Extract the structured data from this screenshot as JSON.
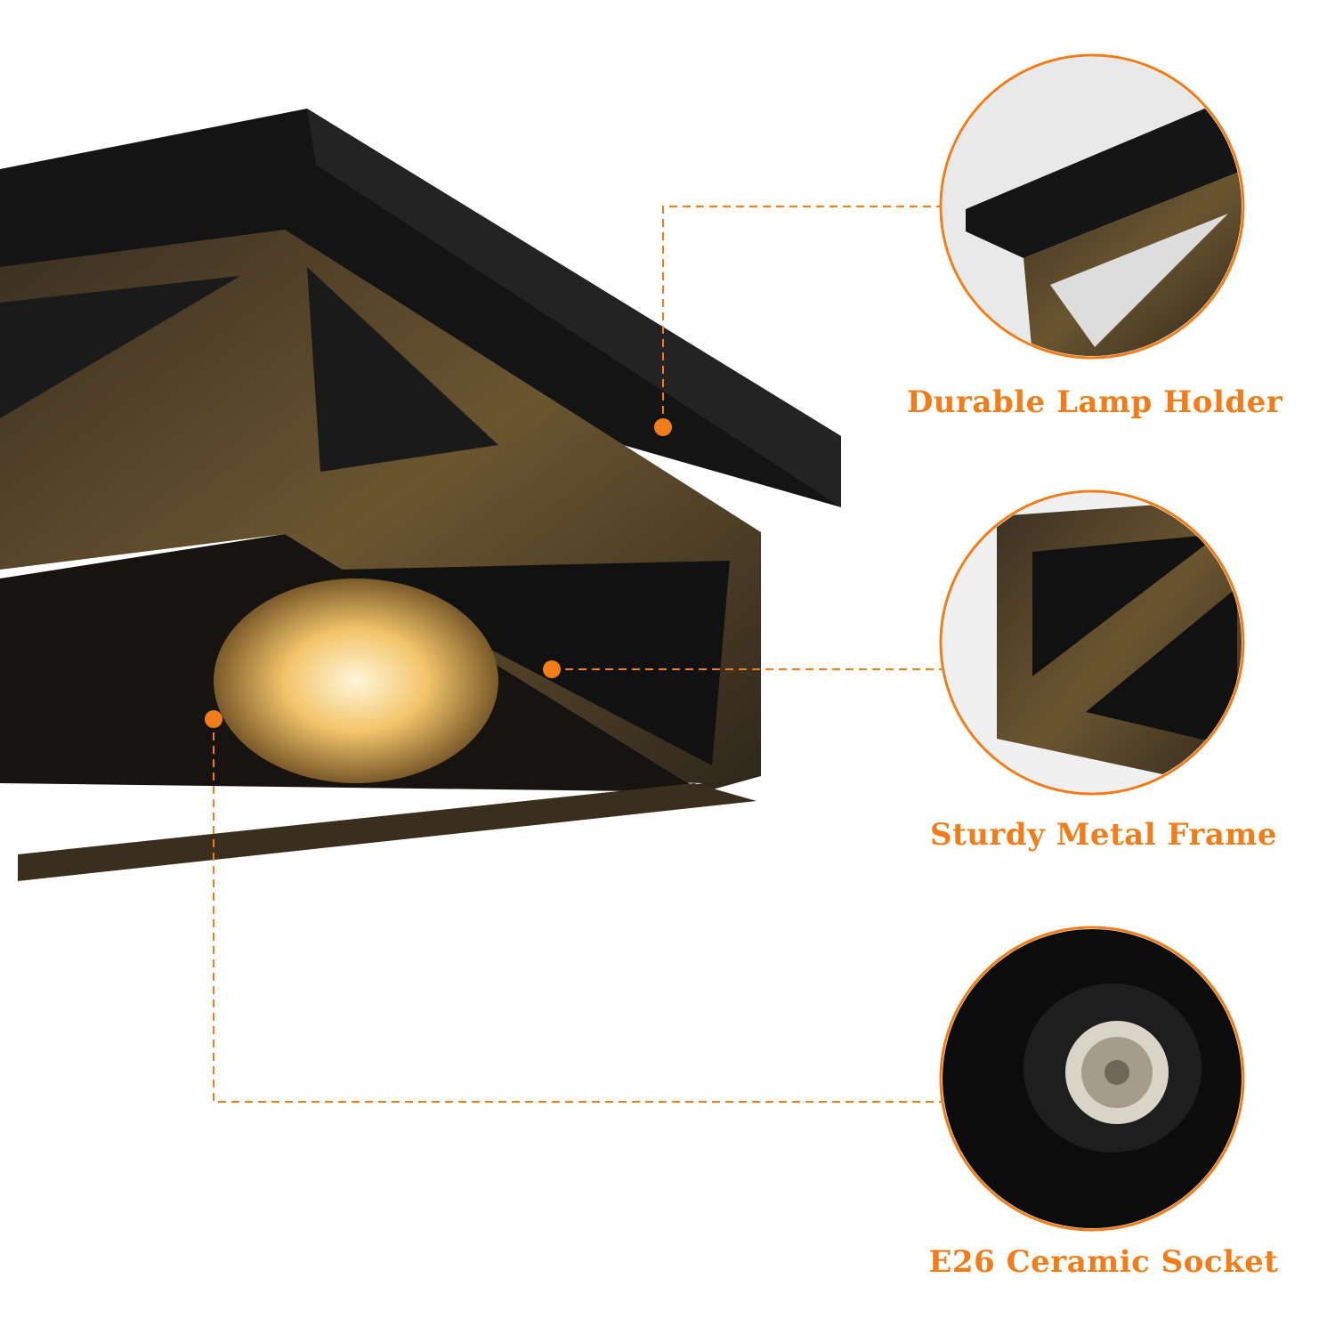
{
  "accent_color": "#f07d1a",
  "features": [
    {
      "label": "Durable Lamp Holder",
      "icon": "ceiling-plate-closeup"
    },
    {
      "label": "Sturdy Metal Frame",
      "icon": "metal-frame-closeup"
    },
    {
      "label": "E26 Ceramic Socket",
      "icon": "ceramic-socket-closeup"
    }
  ]
}
